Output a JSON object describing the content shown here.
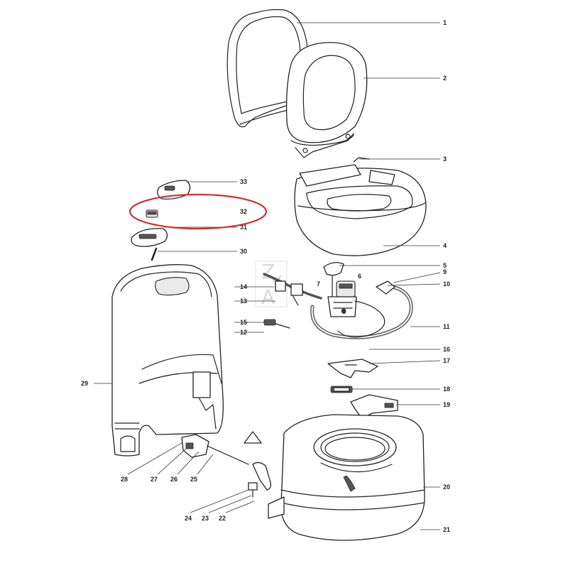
{
  "labels": {
    "n1": "1",
    "n2": "2",
    "n3": "3",
    "n4": "4",
    "n5": "5",
    "n6": "6",
    "n7": "7",
    "n8": "8",
    "n9": "9",
    "n10": "10",
    "n11": "11",
    "n12": "12",
    "n13": "13",
    "n14": "14",
    "n15": "15",
    "n16": "16",
    "n17": "17",
    "n18": "18",
    "n19": "19",
    "n20": "20",
    "n21": "21",
    "n22": "22",
    "n23": "23",
    "n24": "24",
    "n25": "25",
    "n26": "26",
    "n27": "27",
    "n28": "28",
    "n29": "29",
    "n30": "30",
    "n31": "31",
    "n32": "32",
    "n33": "33"
  },
  "watermark": {
    "letters": [
      "Z",
      "Y",
      "A"
    ]
  },
  "highlight": {
    "color": "#d32f2f",
    "target_label": "32"
  }
}
